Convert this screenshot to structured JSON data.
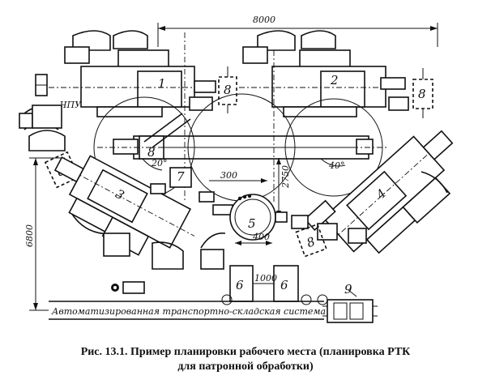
{
  "figure": {
    "dimension_labels": {
      "width_top": "8000",
      "height_left": "6800",
      "dist_300": "300",
      "dist_2750": "2750",
      "dist_400": "400",
      "dist_1000": "1000"
    },
    "angle_labels": {
      "left": "20°",
      "right": "40°"
    },
    "label_cnc": "ЧПУ",
    "position_numbers": {
      "p1": "1",
      "p2": "2",
      "p3": "3",
      "p4": "4",
      "p5": "5",
      "p6a": "6",
      "p6b": "6",
      "p7": "7",
      "p8a": "8",
      "p8b": "8",
      "p8c": "8",
      "p8d": "8",
      "p8e": "8",
      "p9": "9"
    },
    "system_label": "Автоматизированная транспортно-складская система"
  },
  "caption": {
    "line1": "Рис. 13.1. Пример планировки рабочего места (планировка РТК",
    "line2": "для патронной обработки)"
  }
}
